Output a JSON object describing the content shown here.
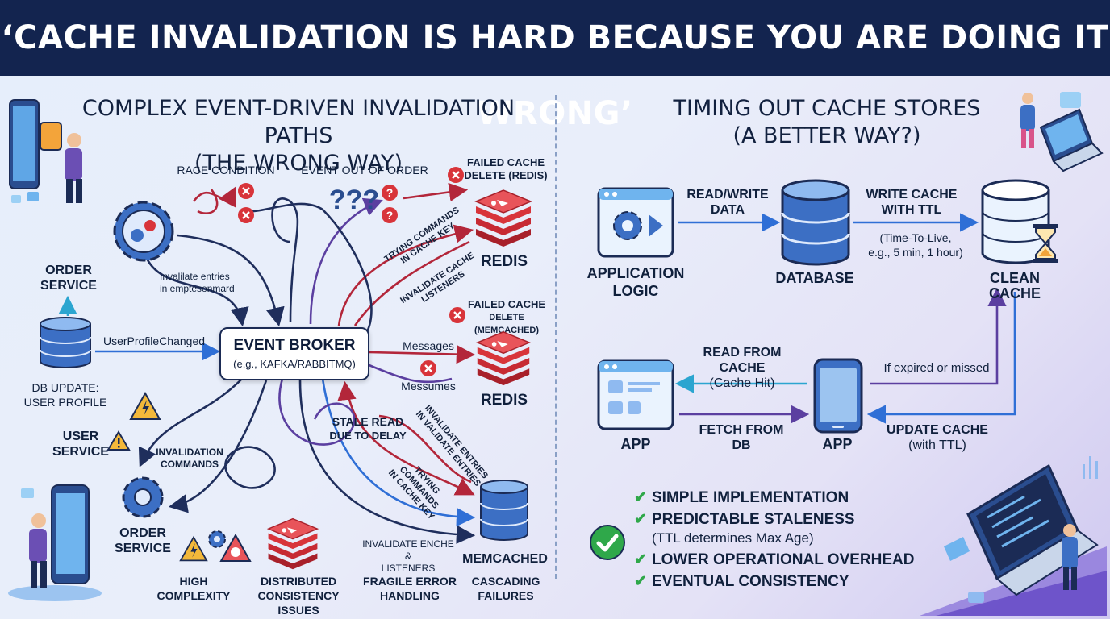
{
  "banner": {
    "title": "‘CACHE INVALIDATION IS HARD BECAUSE YOU ARE DOING IT WRONG’"
  },
  "left": {
    "heading_line1": "COMPLEX EVENT-DRIVEN INVALIDATION PATHS",
    "heading_line2": "(THE WRONG WAY)",
    "race_condition": "RACE CONDITION",
    "event_out_of_order": "EVENT OUT OF ORDER",
    "question_marks": "???",
    "failed_cache_redis_1": "FAILED CACHE",
    "failed_cache_redis_2": "DELETE (REDIS)",
    "failed_cache_mem_1": "FAILED CACHE",
    "failed_cache_mem_2": "DELETE (MEMCACHED)",
    "redis_top": "REDIS",
    "redis_mid": "REDIS",
    "memcached": "MEMCACHED",
    "invalidate_entries_1": "Invalilate entries",
    "invalidate_entries_2": "in emptesonmard",
    "order_service_top_1": "ORDER",
    "order_service_top_2": "SERVICE",
    "user_profile_changed": "UserProfileChanged",
    "db_update_1": "DB UPDATE:",
    "db_update_2": "USER PROFILE",
    "broker_title": "EVENT BROKER",
    "broker_sub": "(e.g., KAFKA/RABBITMQ)",
    "messages": "Messages",
    "messumes": "Messumes",
    "stale_read_1": "STALE READ",
    "stale_read_2": "DUE TO DELAY",
    "trying_commands_1": "TRYING COMMANDS",
    "trying_commands_2": "IN CACHE KEY",
    "invalidate_listeners_1": "INVALIDATE CACHE",
    "invalidate_listeners_2": "LISTENERS",
    "invalidate_entries_rot_1": "INVALIDATE ENTRIES",
    "invalidate_entries_rot_2": "IN VALIDATE ENTRIES",
    "trying_commands_low_1": "TRYING COMMANDS",
    "trying_commands_low_2": "IN CACHE KEY",
    "user_service_1": "USER",
    "user_service_2": "SERVICE",
    "invalidation_commands_1": "INVALIDATION",
    "invalidation_commands_2": "COMMANDS",
    "order_service_low_1": "ORDER",
    "order_service_low_2": "SERVICE",
    "invalidate_enche_1": "INVALIDATE ENCHE &",
    "invalidate_enche_2": "LISTENERS",
    "high_complexity_1": "HIGH",
    "high_complexity_2": "COMPLEXITY",
    "distributed_1": "DISTRIBUTED",
    "distributed_2": "CONSISTENCY ISSUES",
    "fragile_1": "FRAGILE ERROR",
    "fragile_2": "HANDLING",
    "cascading_1": "CASCADING",
    "cascading_2": "FAILURES"
  },
  "right": {
    "heading_line1": "TIMING OUT CACHE STORES",
    "heading_line2": "(A BETTER WAY?)",
    "app_logic_1": "APPLICATION",
    "app_logic_2": "LOGIC",
    "read_write_1": "READ/WRITE",
    "read_write_2": "DATA",
    "database": "DATABASE",
    "write_cache_1": "WRITE CACHE",
    "write_cache_2": "WITH TTL",
    "ttl_note_1": "(Time-To-Live,",
    "ttl_note_2": "e.g., 5 min, 1 hour)",
    "clean_cache": "CLEAN CACHE",
    "read_from_cache_1": "READ FROM CACHE",
    "read_from_cache_2": "(Cache Hit)",
    "if_expired": "If expired or missed",
    "app_left": "APP",
    "fetch_from_1": "FETCH FROM",
    "fetch_from_2": "DB",
    "app_right": "APP",
    "update_cache_1": "UPDATE CACHE",
    "update_cache_2": "(with TTL)",
    "benefits": [
      {
        "title": "SIMPLE IMPLEMENTATION"
      },
      {
        "title": "PREDICTABLE STALENESS",
        "sub": "(TTL determines Max Age)"
      },
      {
        "title": "LOWER OPERATIONAL OVERHEAD"
      },
      {
        "title": "EVENTUAL CONSISTENCY"
      }
    ]
  },
  "colors": {
    "banner": "#13244f",
    "navy_arrow": "#1f2e5c",
    "red_arrow": "#b3263a",
    "blue_arrow": "#2f6fd6",
    "purple_arrow": "#5b3fa0",
    "check": "#2fa84a",
    "db_blue": "#3c6fc4",
    "redis_red": "#d8343a"
  }
}
